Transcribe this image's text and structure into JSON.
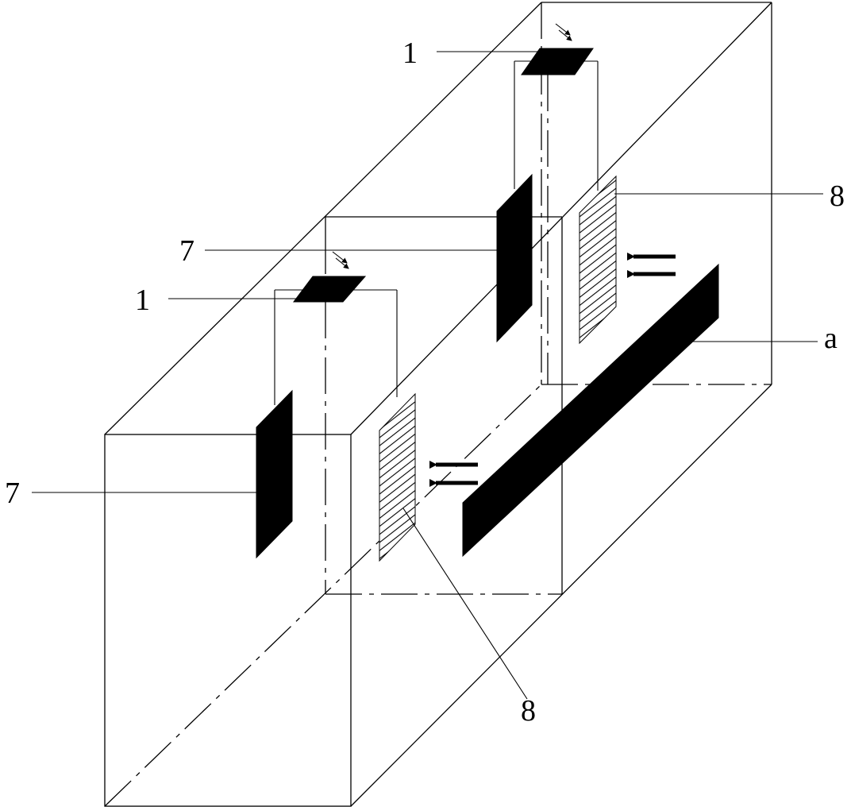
{
  "labels": {
    "sensor_top": "1",
    "sensor_bottom": "1",
    "emitter_top": "7",
    "emitter_bottom": "7",
    "receiver_top": "8",
    "receiver_bottom": "8",
    "target": "a"
  },
  "colors": {
    "ink": "#000000",
    "background": "#ffffff"
  }
}
